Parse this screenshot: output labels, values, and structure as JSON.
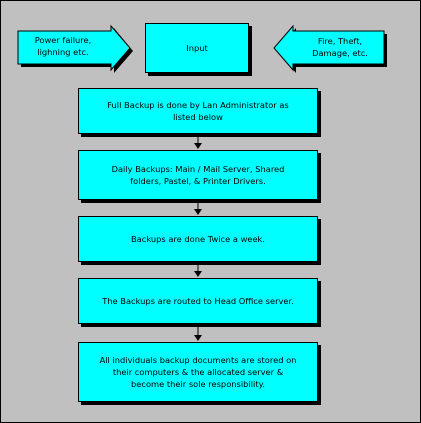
{
  "colors": {
    "background": "#c0c0c0",
    "box_fill": "#00ffff",
    "outline": "#000000"
  },
  "diagram": {
    "left_input": "Power  failure,\nlighning etc.",
    "input_label": "Input",
    "right_input": "Fire, Theft,\nDamage, etc.",
    "steps": [
      "Full Backup is done by Lan Administrator as\nlisted below",
      "Daily Backups: Main / Mail Server, Shared\nfolders, Pastel, & Printer Drivers.",
      "Backups are done Twice a week.",
      "The Backups are routed to Head Office server.",
      "All individuals backup documents are stored on\ntheir computers & the allocated server &\nbecome their sole responsibility."
    ]
  }
}
